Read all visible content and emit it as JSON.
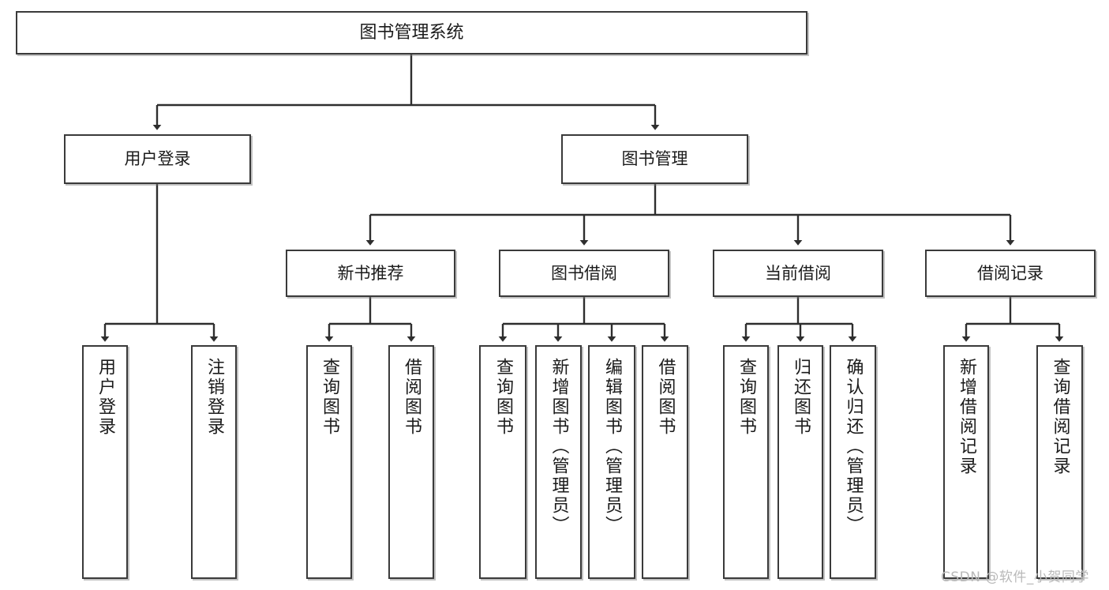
{
  "diagram": {
    "title": "图书管理系统",
    "watermark": "CSDN @软件_小贺同学",
    "colors": {
      "stroke": "#3a3a3a",
      "fill": "#ffffff",
      "text": "#1b1b1b",
      "watermark": "#b9b9b9"
    },
    "nodes": {
      "root": "图书管理系统",
      "user_login": "用户登录",
      "book_manage": "图书管理",
      "new_book_rec": "新书推荐",
      "book_borrow": "图书借阅",
      "current_borrow": "当前借阅",
      "borrow_record": "借阅记录",
      "leaf_user_login": "用户登录",
      "leaf_user_logout": "注销登录",
      "leaf_rec_query": "查询图书",
      "leaf_rec_borrow": "借阅图书",
      "leaf_borrow_query": "查询图书",
      "leaf_borrow_add": "新增图书（管理员）",
      "leaf_borrow_edit": "编辑图书（管理员）",
      "leaf_borrow_lend": "借阅图书",
      "leaf_current_query": "查询图书",
      "leaf_current_return": "归还图书",
      "leaf_current_confirm": "确认归还（管理员）",
      "leaf_record_add": "新增借阅记录",
      "leaf_record_query": "查询借阅记录"
    }
  }
}
